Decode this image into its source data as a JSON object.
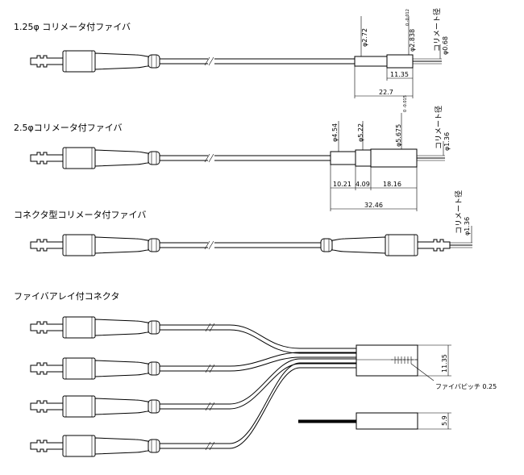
{
  "titles": {
    "section1": "1.25φ コリメータ付ファイバ",
    "section2": "2.5φコリメータ付ファイバ",
    "section3": "コネクタ型コリメータ付ファイバ",
    "section4": "ファイバアレイ付コネクタ"
  },
  "section1": {
    "dia_272": "φ2.72",
    "dia_2838": "φ2.838",
    "dia_2838_tol": "0 -0.012",
    "label_collimator": "コリメート径",
    "dia_068": "φ0.68",
    "len_1135": "11.35",
    "len_227": "22.7"
  },
  "section2": {
    "dia_454": "φ4.54",
    "dia_522": "φ5.22",
    "dia_5675": "φ5.675",
    "dia_5675_tol": "0 -0.015",
    "label_collimator": "コリメート径",
    "dia_136": "φ1.36",
    "len_1021": "10.21",
    "len_409": "4.09",
    "len_1816": "18.16",
    "len_3246": "32.46"
  },
  "section3": {
    "label_collimator": "コリメート径",
    "dia_136": "φ1.36"
  },
  "section4": {
    "height_1135": "11.35",
    "pitch_label": "ファイバピッチ 0.25",
    "height_59": "5.9"
  }
}
